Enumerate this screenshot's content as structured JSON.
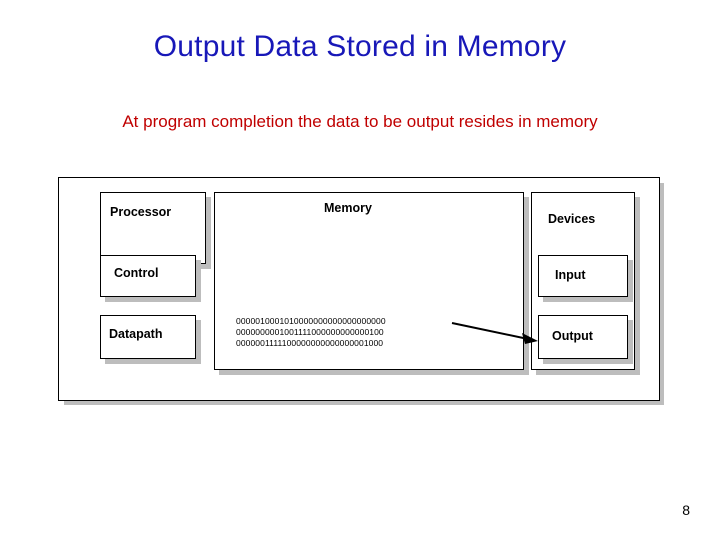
{
  "slide": {
    "title": "Output Data Stored in Memory",
    "subtitle": "At program completion the data to be output resides in memory",
    "page_number": "8",
    "colors": {
      "title": "#1818b8",
      "subtitle": "#c00000",
      "box_border": "#000000",
      "box_shadow": "#bdbdbd",
      "background": "#ffffff"
    }
  },
  "diagram": {
    "processor": {
      "label": "Processor",
      "control_label": "Control",
      "datapath_label": "Datapath"
    },
    "memory": {
      "label": "Memory",
      "data_lines": [
        "0000010001010000000000000000000",
        "0000000001001111000000000000100",
        "0000001111100000000000000001000"
      ]
    },
    "devices": {
      "label": "Devices",
      "input_label": "Input",
      "output_label": "Output"
    },
    "arrow": {
      "name": "memory-to-output-arrow",
      "from": "memory",
      "to": "output"
    }
  }
}
